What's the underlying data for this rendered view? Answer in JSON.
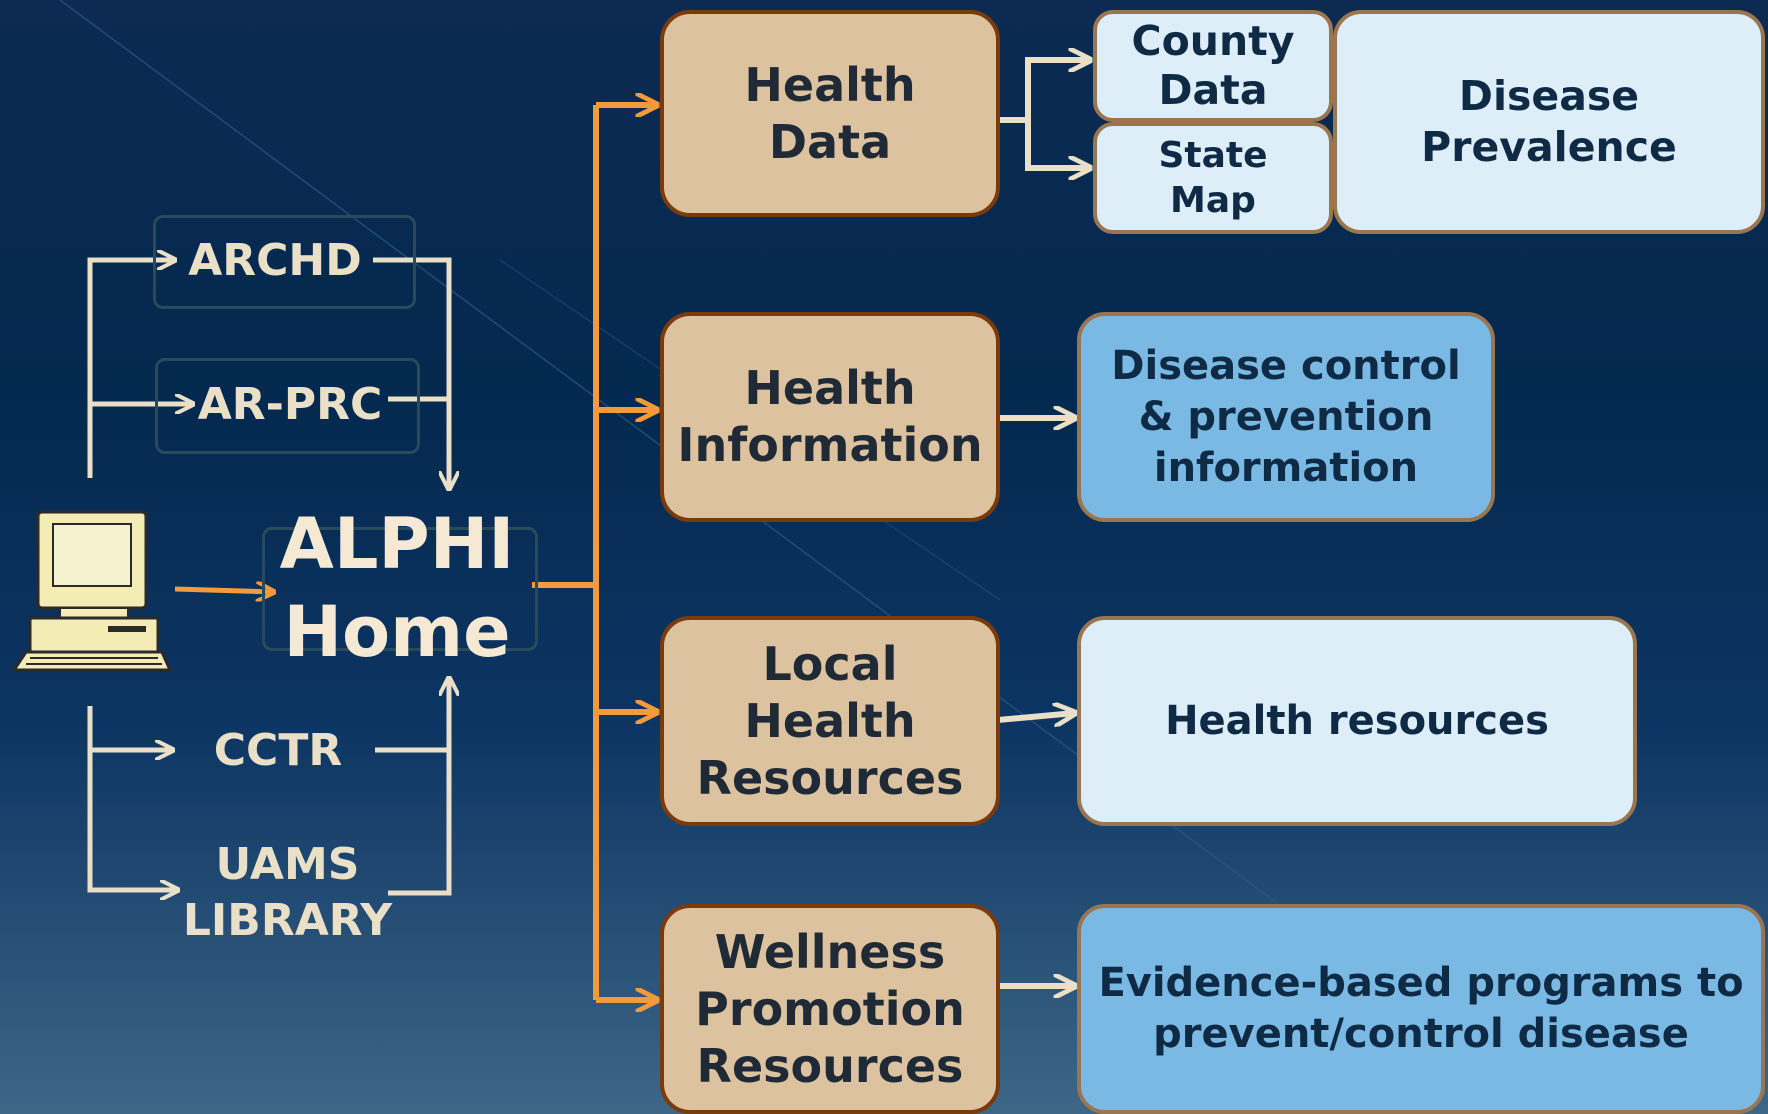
{
  "home": {
    "line1": "ALPHI",
    "line2": "Home"
  },
  "sources": {
    "archd": "ARCHD",
    "arprc": "AR-PRC",
    "cctr": "CCTR",
    "uams_line1": "UAMS",
    "uams_line2": "LIBRARY"
  },
  "categories": {
    "health_data": {
      "line1": "Health",
      "line2": "Data"
    },
    "health_information": {
      "line1": "Health",
      "line2": "Information"
    },
    "local_health_resources": {
      "line1": "Local",
      "line2": "Health",
      "line3": "Resources"
    },
    "wellness_promotion": {
      "line1": "Wellness",
      "line2": "Promotion",
      "line3": "Resources"
    }
  },
  "outputs": {
    "county_data": {
      "line1": "County",
      "line2": "Data"
    },
    "state_map": {
      "line1": "State",
      "line2": "Map"
    },
    "disease_prevalence": {
      "line1": "Disease",
      "line2": "Prevalence"
    },
    "disease_control": {
      "line1": "Disease control",
      "line2": "& prevention",
      "line3": "information"
    },
    "health_resources": "Health resources",
    "evidence_programs": {
      "line1": "Evidence-based programs to",
      "line2": "prevent/control disease"
    }
  },
  "colors": {
    "background": "#04294f",
    "connector_orange": "#f39b3c",
    "connector_cream": "#eadfc7",
    "category_box": "#dcc29e",
    "pale_box": "#ddeef8",
    "blue_box": "#79b9e3"
  },
  "icons": {
    "computer": "computer-icon"
  }
}
